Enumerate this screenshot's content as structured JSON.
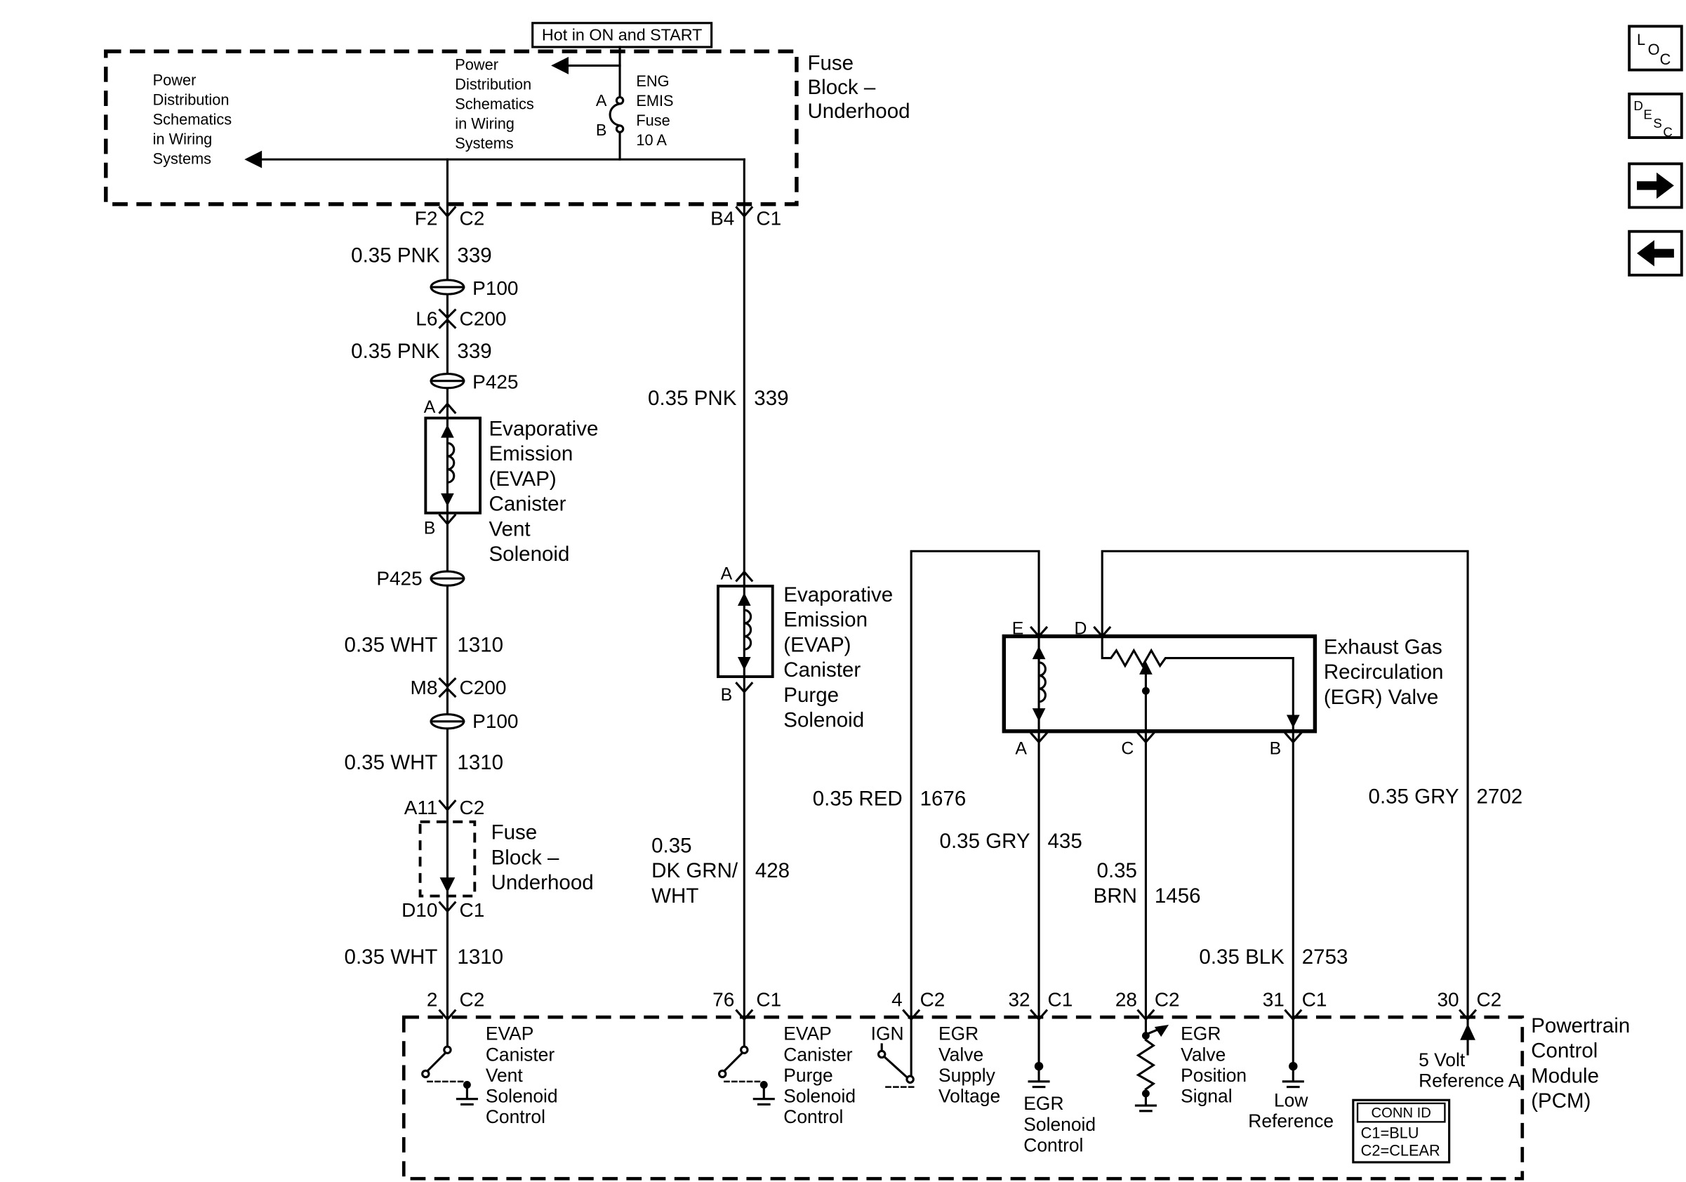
{
  "colors": {
    "ink": "#000000",
    "paper": "#ffffff"
  },
  "corner_toolbar": {
    "loc_letters": [
      "L",
      "O",
      "C"
    ],
    "desc_letters": [
      "D",
      "E",
      "S",
      "C"
    ]
  },
  "power_feed": {
    "hot_label": "Hot in ON and START",
    "fuse_block_name": [
      "Fuse",
      "Block –",
      "Underhood"
    ],
    "left_reference": [
      "Power",
      "Distribution",
      "Schematics",
      "in Wiring",
      "Systems"
    ],
    "center_reference": [
      "Power",
      "Distribution",
      "Schematics",
      "in Wiring",
      "Systems"
    ],
    "fuse": {
      "pin_a": "A",
      "pin_b": "B",
      "name": [
        "ENG",
        "EMIS",
        "Fuse",
        "10 A"
      ]
    }
  },
  "vent_branch": {
    "exit": {
      "pin": "F2",
      "connector": "C2"
    },
    "wire_pnk_1": {
      "gauge_color": "0.35 PNK",
      "circuit": "339"
    },
    "splice_p100_top": "P100",
    "inline_l6": {
      "pin": "L6",
      "connector": "C200"
    },
    "wire_pnk_2": {
      "gauge_color": "0.35 PNK",
      "circuit": "339"
    },
    "splice_p425_top": "P425",
    "terminal_a": "A",
    "component": [
      "Evaporative",
      "Emission",
      "(EVAP)",
      "Canister",
      "Vent",
      "Solenoid"
    ],
    "terminal_b": "B",
    "splice_p425_bottom": "P425",
    "wire_wht_1": {
      "gauge_color": "0.35 WHT",
      "circuit": "1310"
    },
    "inline_m8": {
      "pin": "M8",
      "connector": "C200"
    },
    "splice_p100_bottom": "P100",
    "wire_wht_2": {
      "gauge_color": "0.35 WHT",
      "circuit": "1310"
    },
    "fuse_block_entry": {
      "pin": "A11",
      "connector": "C2"
    },
    "fuse_block_name": [
      "Fuse",
      "Block –",
      "Underhood"
    ],
    "fuse_block_exit": {
      "pin": "D10",
      "connector": "C1"
    },
    "wire_wht_3": {
      "gauge_color": "0.35 WHT",
      "circuit": "1310"
    },
    "pcm_pin": {
      "pin": "2",
      "connector": "C2"
    },
    "pcm_function": [
      "EVAP",
      "Canister",
      "Vent",
      "Solenoid",
      "Control"
    ]
  },
  "purge_branch": {
    "exit": {
      "pin": "B4",
      "connector": "C1"
    },
    "wire_pnk": {
      "gauge_color": "0.35 PNK",
      "circuit": "339"
    },
    "terminal_a": "A",
    "component": [
      "Evaporative",
      "Emission",
      "(EVAP)",
      "Canister",
      "Purge",
      "Solenoid"
    ],
    "terminal_b": "B",
    "wire_grn": {
      "gauge_color": [
        "0.35",
        "DK GRN/",
        "WHT"
      ],
      "circuit": "428"
    },
    "pcm_pin": {
      "pin": "76",
      "connector": "C1"
    },
    "pcm_function": [
      "EVAP",
      "Canister",
      "Purge",
      "Solenoid",
      "Control"
    ]
  },
  "egr_valve": {
    "component": [
      "Exhaust Gas",
      "Recirculation",
      "(EGR) Valve"
    ],
    "terminal_e": "E",
    "terminal_d": "D",
    "terminal_a": "A",
    "terminal_c": "C",
    "terminal_b": "B",
    "wire_red": {
      "gauge_color": "0.35 RED",
      "circuit": "1676"
    },
    "wire_gry_435": {
      "gauge_color": "0.35 GRY",
      "circuit": "435"
    },
    "wire_brn": {
      "gauge_color": [
        "0.35",
        "BRN"
      ],
      "circuit": "1456"
    },
    "wire_blk": {
      "gauge_color": "0.35 BLK",
      "circuit": "2753"
    },
    "wire_gry_2702": {
      "gauge_color": "0.35 GRY",
      "circuit": "2702"
    }
  },
  "pcm": {
    "name": [
      "Powertrain",
      "Control",
      "Module",
      "(PCM)"
    ],
    "pin_4": {
      "pin": "4",
      "connector": "C2",
      "ign": "IGN",
      "function": [
        "EGR",
        "Valve",
        "Supply",
        "Voltage"
      ]
    },
    "pin_32": {
      "pin": "32",
      "connector": "C1",
      "function": [
        "EGR",
        "Solenoid",
        "Control"
      ]
    },
    "pin_28": {
      "pin": "28",
      "connector": "C2",
      "function": [
        "EGR",
        "Valve",
        "Position",
        "Signal"
      ]
    },
    "pin_31": {
      "pin": "31",
      "connector": "C1",
      "function": [
        "Low",
        "Reference"
      ]
    },
    "pin_30": {
      "pin": "30",
      "connector": "C2",
      "function": [
        "5 Volt",
        "Reference A"
      ]
    },
    "conn_id": {
      "title": "CONN ID",
      "rows": [
        "C1=BLU",
        "C2=CLEAR"
      ]
    }
  }
}
